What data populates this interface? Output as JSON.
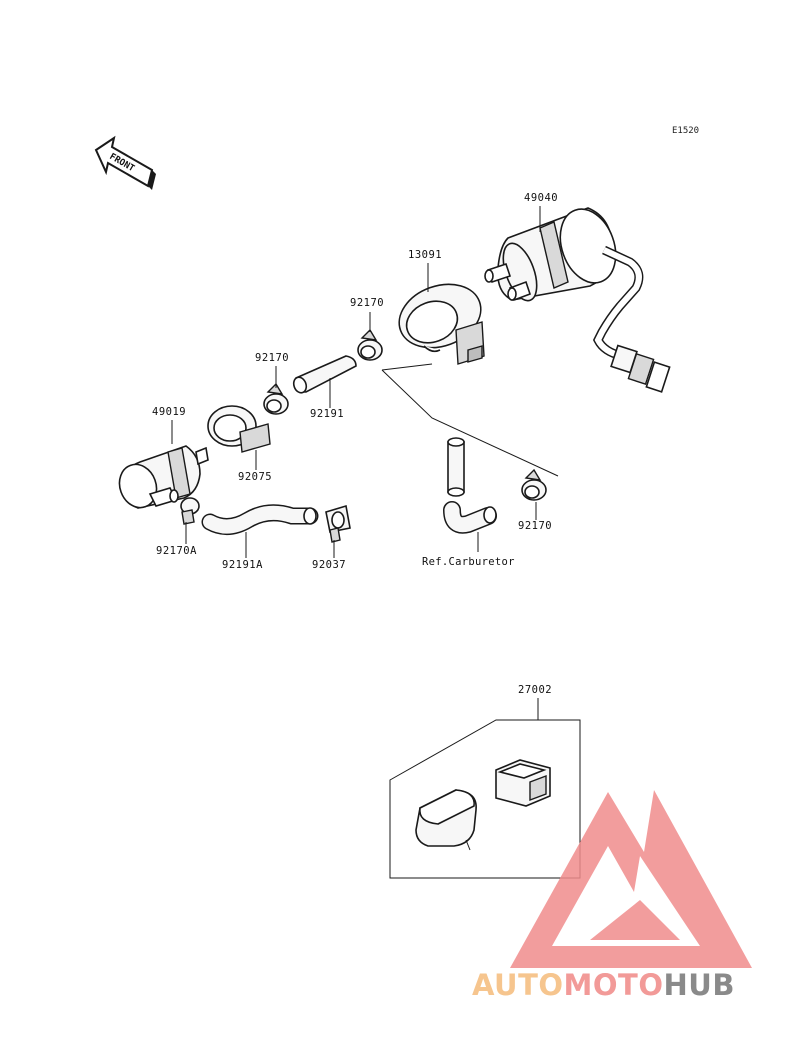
{
  "diagram": {
    "code": "E1520",
    "front_label": "FRONT",
    "parts": {
      "p49040": "49040",
      "p13091": "13091",
      "p92170_top": "92170",
      "p92170_mid": "92170",
      "p92170_right": "92170",
      "p92191": "92191",
      "p49019": "49019",
      "p92075": "92075",
      "p92170A": "92170A",
      "p92191A": "92191A",
      "p92037": "92037",
      "p27002": "27002"
    },
    "ref_label": "Ref.Carburetor"
  },
  "watermark": {
    "brand_part1": "AUTO",
    "brand_part2": "MOTO",
    "brand_part3": "HUB",
    "colors": {
      "auto": "#f6c58e",
      "moto": "#f29a98",
      "hub": "#8a8a8a",
      "logo": "#f08c8c"
    }
  }
}
